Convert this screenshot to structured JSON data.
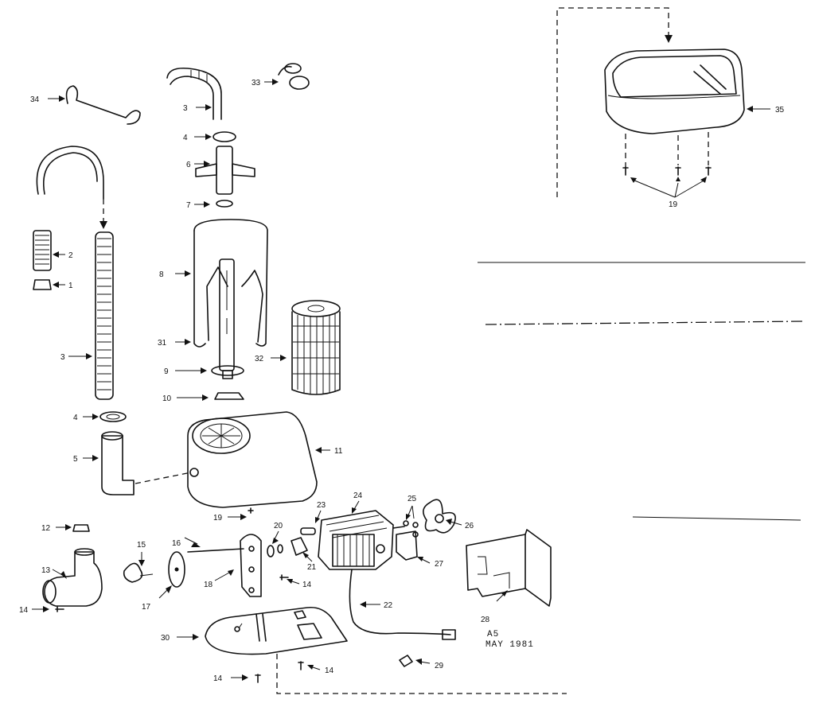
{
  "callouts": {
    "c1": "1",
    "c2": "2",
    "c3a": "3",
    "c3b": "3",
    "c4a": "4",
    "c4b": "4",
    "c5": "5",
    "c6": "6",
    "c7": "7",
    "c8": "8",
    "c9": "9",
    "c10": "10",
    "c11": "11",
    "c12": "12",
    "c13": "13",
    "c14a": "14",
    "c14b": "14",
    "c14c": "14",
    "c14d": "14",
    "c15": "15",
    "c16": "16",
    "c17": "17",
    "c18": "18",
    "c19a": "19",
    "c19b": "19",
    "c20": "20",
    "c21": "21",
    "c22": "22",
    "c23": "23",
    "c24": "24",
    "c25": "25",
    "c26": "26",
    "c27": "27",
    "c28": "28",
    "c29": "29",
    "c30": "30",
    "c31": "31",
    "c32": "32",
    "c33": "33",
    "c34": "34",
    "c35": "35"
  },
  "stamp": {
    "code": "A5",
    "date": "MAY 1981"
  },
  "colors": {
    "ink": "#111111",
    "paper": "#ffffff"
  }
}
